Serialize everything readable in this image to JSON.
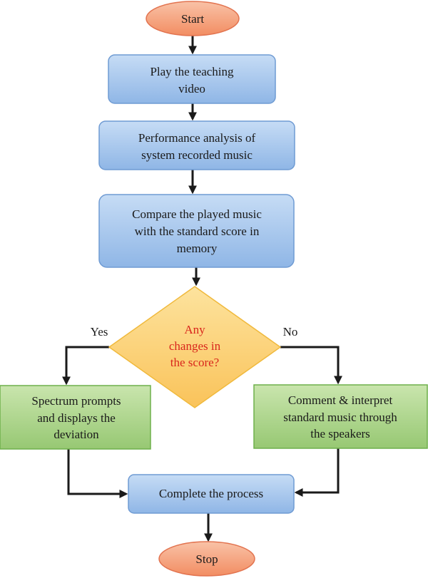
{
  "diagram": {
    "start": "Start",
    "step1": [
      "Play the teaching",
      "video"
    ],
    "step2": [
      "Performance analysis of",
      "system recorded music"
    ],
    "step3": [
      "Compare the played music",
      "with the standard score in",
      "memory"
    ],
    "decision": [
      "Any",
      "changes in",
      "the score?"
    ],
    "branch_yes": "Yes",
    "branch_no": "No",
    "yes_box": [
      "Spectrum prompts",
      "and displays the",
      "deviation"
    ],
    "no_box": [
      "Comment & interpret",
      "standard music through",
      "the speakers"
    ],
    "complete": "Complete the process",
    "stop": "Stop"
  },
  "colors": {
    "terminal_fill": "#f4a37f",
    "terminal_stroke": "#e2734f",
    "process_fill": "#a9c8ec",
    "process_stroke": "#6f9bd3",
    "decision_fill": "#fbd27c",
    "decision_stroke": "#f0b93c",
    "green_fill": "#aed58d",
    "green_stroke": "#6eb04b",
    "decision_text": "#d9261c"
  }
}
